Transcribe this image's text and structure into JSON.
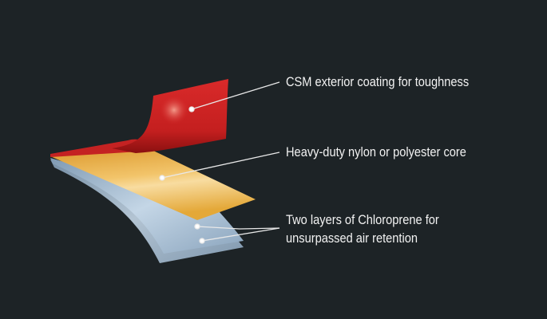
{
  "labels": {
    "csm": "CSM exterior coating for toughness",
    "core": "Heavy-duty nylon or polyester core",
    "chloroprene_line1": "Two layers of Chloroprene for",
    "chloroprene_line2": "unsurpassed air retention"
  },
  "colors": {
    "background": "#1d2326",
    "csm_layer": "#d42a2a",
    "core_layer": "#e8a93a",
    "chloroprene_layer": "#9fb8cf"
  }
}
